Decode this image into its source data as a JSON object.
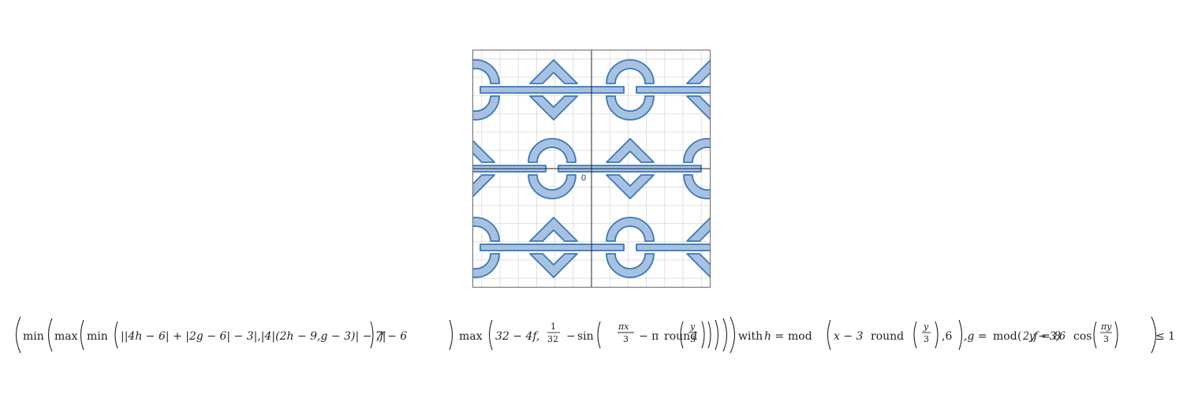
{
  "graph": {
    "origin_label": "0",
    "grid": true,
    "fill_color": "#a7c2e0",
    "stroke_color": "#3b77bd",
    "grid_color": "#d9d9d9",
    "axis_color": "#222222"
  },
  "formula": {
    "min": "min",
    "max": "max",
    "sin": "sin",
    "round": "round",
    "mod": "mod",
    "cos": "cos",
    "with": "with",
    "inner_expr": "||4h − 6| + |2g − 6| − 3|,|4|(2h − 9,g − 3)| − 7|",
    "f_minus_6": ",f − 6",
    "expr_32": "32 − 4f,",
    "one": "1",
    "thirty_two": "32",
    "minus": "−",
    "pi_x": "πx",
    "three": "3",
    "minus_pi": "− π",
    "y": "y",
    "h_eq": "h =",
    "x_minus_3": "x − 3",
    "comma_6": ",6",
    "g_eq": ",g =",
    "mod_arg": "2y − 3,6",
    "f_eq": ",f = 8",
    "comma_f": ",f",
    "pi_y": "πy",
    "leq_1": "≤ 1"
  }
}
